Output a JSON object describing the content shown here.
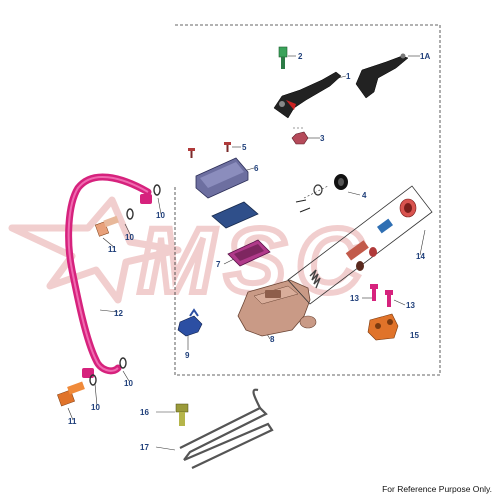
{
  "diagram": {
    "watermark_text": "MSC",
    "footer_note": "For Reference Purpose Only.",
    "callouts": {
      "c1": "1",
      "c1a": "1A",
      "c2": "2",
      "c3": "3",
      "c4": "4",
      "c5": "5",
      "c6": "6",
      "c7": "7",
      "c8": "8",
      "c9": "9",
      "c10a": "10",
      "c10b": "10",
      "c10c": "10",
      "c10d": "10",
      "c11a": "11",
      "c11b": "11",
      "c12": "12",
      "c13a": "13",
      "c13b": "13",
      "c14": "14",
      "c15": "15",
      "c16": "16",
      "c17": "17"
    },
    "colors": {
      "callout_text": "#1f3f7a",
      "hose": "#d6227d",
      "watermark": "#f0c9c9",
      "master_cylinder": "#c99a86",
      "lever": "#222222",
      "reservoir_cover": "#6d6fa0",
      "diaphragm": "#2f4f8a",
      "plate": "#b03a8a",
      "banjo_bolt": "#e0732a",
      "bracket": "#2c4fa3",
      "screw_green": "#3aa35a"
    }
  }
}
